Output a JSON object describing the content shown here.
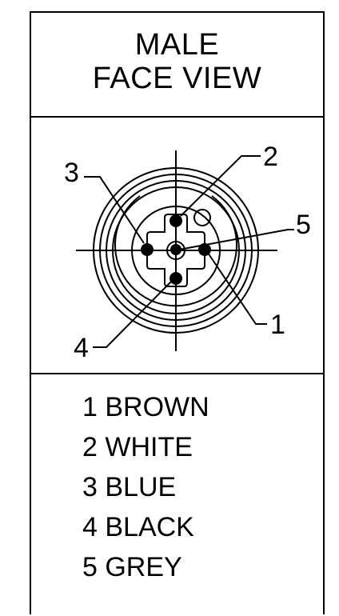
{
  "header": {
    "line1": "MALE",
    "line2": "FACE VIEW"
  },
  "pins": [
    {
      "number": "1",
      "color_name": "BROWN"
    },
    {
      "number": "2",
      "color_name": "WHITE"
    },
    {
      "number": "3",
      "color_name": "BLUE"
    },
    {
      "number": "4",
      "color_name": "BLACK"
    },
    {
      "number": "5",
      "color_name": "GREY"
    }
  ],
  "legend": [
    "1 BROWN",
    "2 WHITE",
    "3 BLUE",
    "4 BLACK",
    "5 GREY"
  ],
  "colors": {
    "line": "#000000",
    "background": "#ffffff"
  }
}
